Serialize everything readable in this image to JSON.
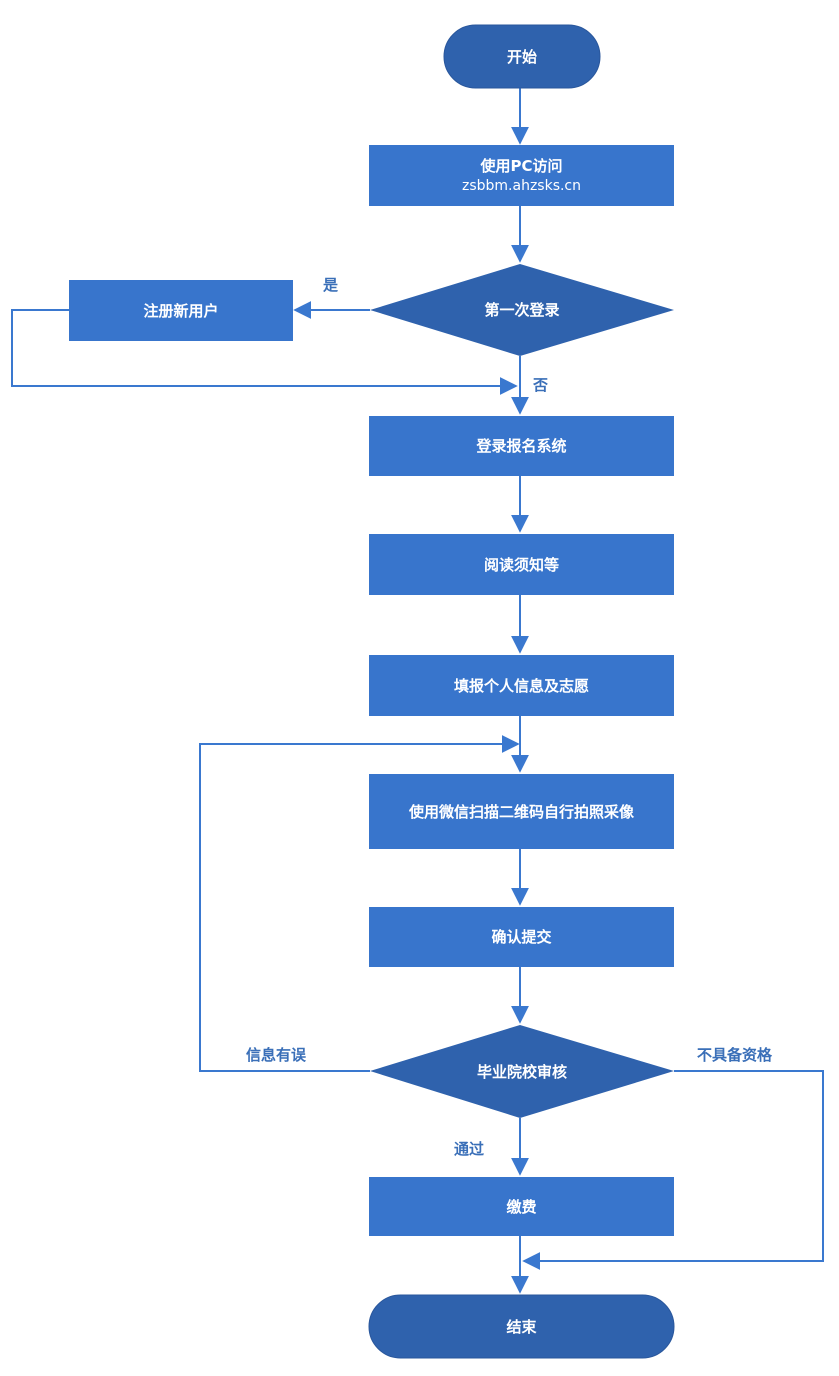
{
  "colors": {
    "terminal": "#2f62ad",
    "process": "#3875cc",
    "decision": "#2f62ad",
    "line": "#3a78cf",
    "text_on_shape": "#ffffff",
    "edge_label": "#3a6fb8"
  },
  "nodes": {
    "start": "开始",
    "visit_title": "使用PC访问",
    "visit_url": "zsbbm.ahzsks.cn",
    "first_login": "第一次登录",
    "register": "注册新用户",
    "login_system": "登录报名系统",
    "read_notice": "阅读须知等",
    "fill_info": "填报个人信息及志愿",
    "wechat_photo": "使用微信扫描二维码自行拍照采像",
    "confirm_submit": "确认提交",
    "school_review": "毕业院校审核",
    "pay_fee": "缴费",
    "end": "结束"
  },
  "edges": {
    "yes": "是",
    "no": "否",
    "info_error": "信息有误",
    "not_qualified": "不具备资格",
    "pass": "通过"
  }
}
